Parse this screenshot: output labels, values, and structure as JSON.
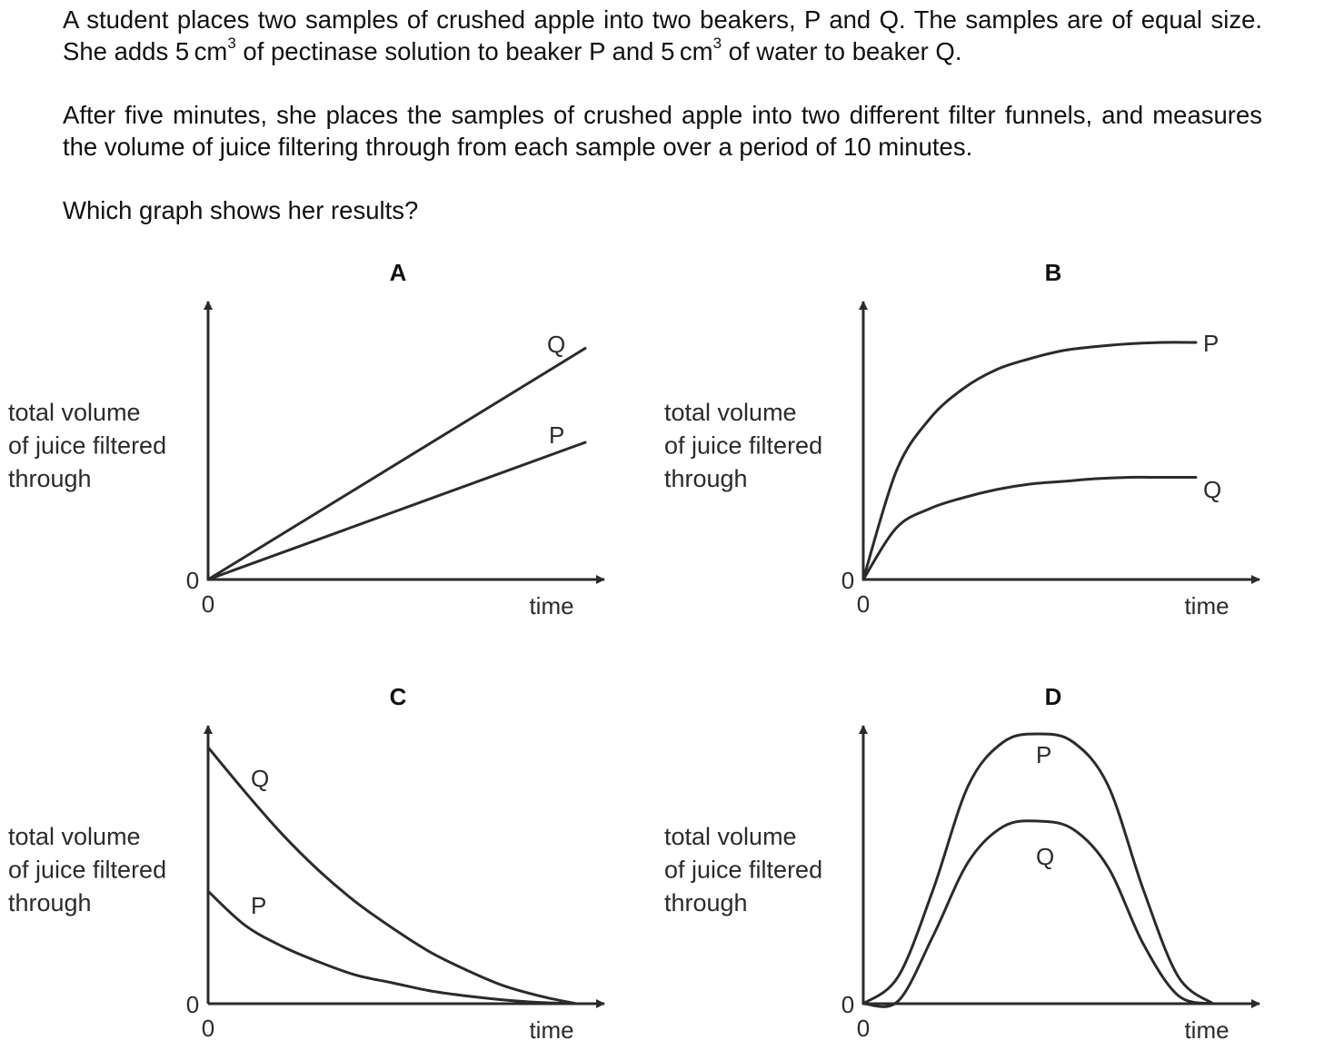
{
  "question": {
    "para1": {
      "part1": "A student places two samples of crushed apple into two beakers, P and Q. The samples are of equal size. She adds 5 cm",
      "sup1": "3",
      "part2": " of pectinase solution to beaker P and 5 cm",
      "sup2": "3",
      "part3": " of water to beaker Q."
    },
    "para2": "After five minutes, she places the samples of crushed apple into two different filter funnels, and measures the volume of juice filtering through from each sample over a period of 10 minutes.",
    "para3": "Which graph shows her results?"
  },
  "chart_data": [
    {
      "id": "A",
      "type": "line",
      "title": "A",
      "ylabel": [
        "total volume",
        "of juice filtered",
        "through"
      ],
      "xlabel": "time",
      "x_origin_label": "0",
      "y_origin_label": "0",
      "x": [
        0,
        1
      ],
      "series": [
        {
          "name": "Q",
          "values": [
            0,
            0.86
          ]
        },
        {
          "name": "P",
          "values": [
            0,
            0.51
          ]
        }
      ]
    },
    {
      "id": "B",
      "type": "line",
      "title": "B",
      "ylabel": [
        "total volume",
        "of juice filtered",
        "through"
      ],
      "xlabel": "time",
      "x_origin_label": "0",
      "y_origin_label": "0",
      "x": [
        0,
        0.1,
        0.2,
        0.3,
        0.4,
        0.5,
        0.6,
        0.7,
        0.8,
        0.9,
        1
      ],
      "series": [
        {
          "name": "P",
          "values": [
            0,
            0.4,
            0.59,
            0.7,
            0.77,
            0.81,
            0.84,
            0.855,
            0.865,
            0.87,
            0.87
          ]
        },
        {
          "name": "Q",
          "values": [
            0,
            0.19,
            0.26,
            0.3,
            0.33,
            0.35,
            0.36,
            0.37,
            0.375,
            0.375,
            0.375
          ]
        }
      ]
    },
    {
      "id": "C",
      "type": "line",
      "title": "C",
      "ylabel": [
        "total volume",
        "of juice filtered",
        "through"
      ],
      "xlabel": "time",
      "x_origin_label": "0",
      "y_origin_label": "0",
      "x": [
        0,
        0.1,
        0.2,
        0.3,
        0.4,
        0.5,
        0.6,
        0.7,
        0.8,
        0.9,
        1
      ],
      "series": [
        {
          "name": "Q",
          "values": [
            0.98,
            0.81,
            0.65,
            0.51,
            0.39,
            0.29,
            0.2,
            0.13,
            0.07,
            0.03,
            0
          ]
        },
        {
          "name": "P",
          "values": [
            0.43,
            0.3,
            0.22,
            0.16,
            0.11,
            0.08,
            0.05,
            0.03,
            0.015,
            0.005,
            0
          ]
        }
      ]
    },
    {
      "id": "D",
      "type": "line",
      "title": "D",
      "ylabel": [
        "total volume",
        "of juice filtered",
        "through"
      ],
      "xlabel": "time",
      "x_origin_label": "0",
      "y_origin_label": "0",
      "x": [
        0,
        0.1,
        0.2,
        0.3,
        0.4,
        0.5,
        0.6,
        0.7,
        0.8,
        0.9,
        1
      ],
      "series": [
        {
          "name": "P",
          "values": [
            0,
            0.1,
            0.42,
            0.8,
            0.96,
            0.99,
            0.96,
            0.8,
            0.42,
            0.1,
            0
          ]
        },
        {
          "name": "Q",
          "values": [
            0,
            0.01,
            0.25,
            0.52,
            0.65,
            0.67,
            0.64,
            0.5,
            0.22,
            0.03,
            0
          ]
        }
      ]
    }
  ]
}
